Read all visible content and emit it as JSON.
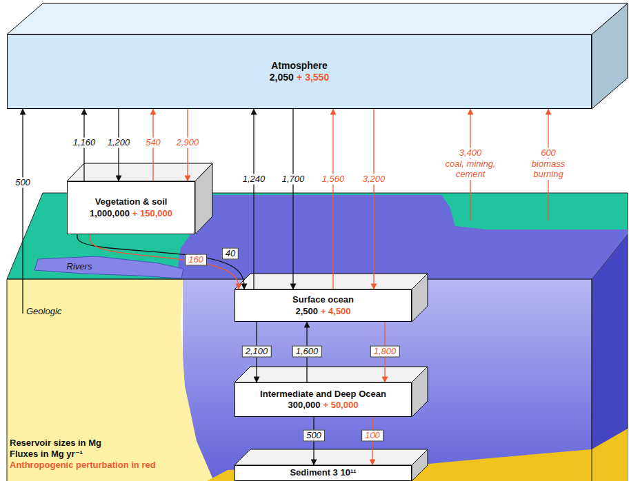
{
  "diagram": {
    "nodes": [
      {
        "text": [
          "Atmosphere",
          "2,050",
          "+ 3,550"
        ]
      },
      {
        "text": [
          "Vegetation & soil",
          "1,000,000",
          "+ 150,000"
        ]
      },
      {
        "text": [
          "Surface ocean",
          "2,500",
          "+ 4,500"
        ]
      },
      {
        "text": [
          "Intermediate and Deep Ocean",
          "300,000",
          "+ 50,000"
        ]
      },
      {
        "text": [
          "Sediment 3 10¹¹"
        ]
      }
    ],
    "edges": [
      {
        "from": 1,
        "to": 0,
        "arrow": "to",
        "label": "1,160"
      },
      {
        "from": 0,
        "to": 1,
        "arrow": "to",
        "label": "1,200"
      },
      {
        "from": 1,
        "to": 0,
        "arrow": "to",
        "label": "540"
      },
      {
        "from": 0,
        "to": 1,
        "arrow": "to",
        "label": "2,900"
      },
      {
        "from": 2,
        "to": 0,
        "arrow": "to",
        "label": "1,240"
      },
      {
        "from": 0,
        "to": 2,
        "arrow": "to",
        "label": "1,700"
      },
      {
        "from": 2,
        "to": 0,
        "arrow": "to",
        "label": "1,560"
      },
      {
        "from": 0,
        "to": 2,
        "arrow": "to",
        "label": "3,200"
      },
      {
        "from": 1,
        "to": 2,
        "arrow": "to",
        "label": "40"
      },
      {
        "from": 1,
        "to": 2,
        "arrow": "to",
        "label": "160"
      },
      {
        "from": 2,
        "to": 3,
        "arrow": "to",
        "label": "2,100"
      },
      {
        "from": 3,
        "to": 2,
        "arrow": "to",
        "label": "1,600"
      },
      {
        "from": 2,
        "to": 3,
        "arrow": "to",
        "label": "1,800"
      },
      {
        "from": 3,
        "to": 4,
        "arrow": "to",
        "label": "500"
      },
      {
        "from": 3,
        "to": 4,
        "arrow": "to",
        "label": "100"
      }
    ],
    "labels": [
      "500",
      "Geologic",
      "Rivers",
      "3,400",
      "coal, mining, cement",
      "600",
      "biomass burning",
      "Reservoir sizes in Mg",
      "Fluxes in Mg yr⁻¹",
      "Anthropogenic perturbation in red"
    ]
  }
}
